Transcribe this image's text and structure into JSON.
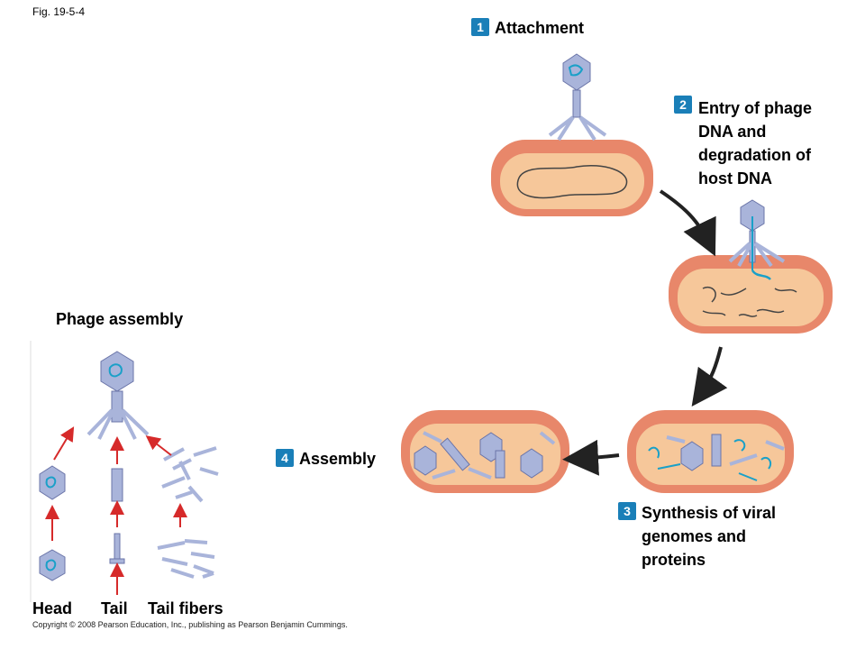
{
  "fig_label": "Fig. 19-5-4",
  "steps": [
    {
      "number": "1",
      "label": "Attachment"
    },
    {
      "number": "2",
      "label_lines": [
        "Entry of phage",
        "DNA and",
        "degradation of",
        "host DNA"
      ]
    },
    {
      "number": "3",
      "label_lines": [
        "Synthesis of viral",
        "genomes and",
        "proteins"
      ]
    },
    {
      "number": "4",
      "label": "Assembly"
    }
  ],
  "assembly": {
    "title": "Phage assembly",
    "components": [
      "Head",
      "Tail",
      "Tail fibers"
    ]
  },
  "copyright": "Copyright © 2008 Pearson Education, Inc., publishing as Pearson Benjamin Cummings.",
  "colors": {
    "cell_outer": "#e8876a",
    "cell_inner": "#f6c79a",
    "phage": "#a9b4da",
    "dna": "#1aa0c8",
    "badge": "#1a7fb8",
    "arrow_red": "#d62a2a"
  }
}
